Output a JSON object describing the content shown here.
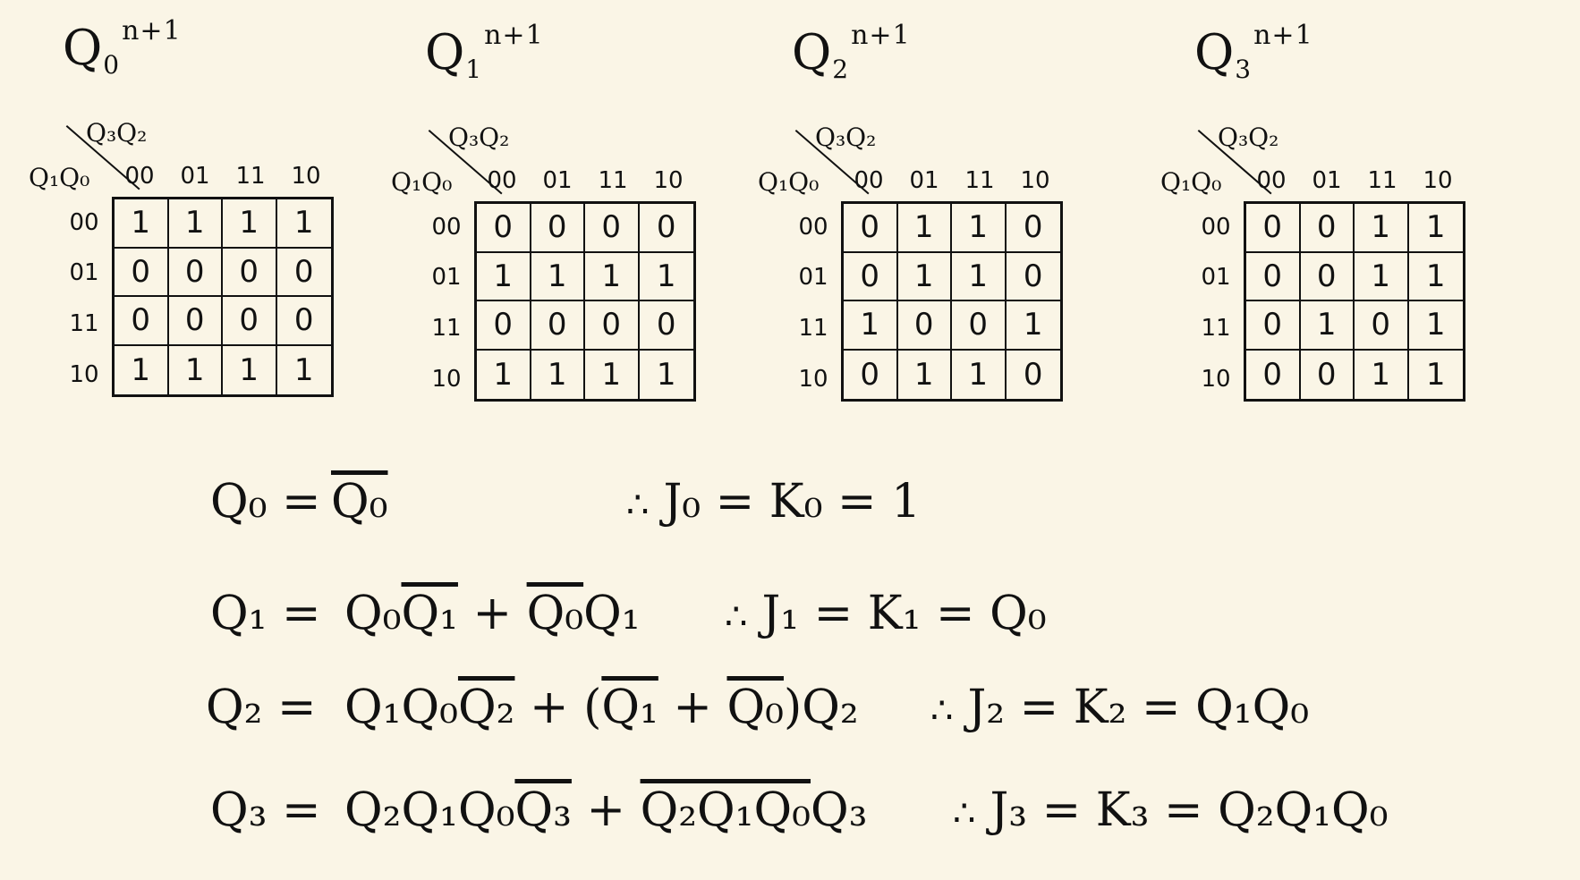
{
  "kmaps": [
    {
      "title": "Q",
      "title_sub": "0",
      "title_sup": "n+1",
      "col_var": "Q₃Q₂",
      "row_var": "Q₁Q₀",
      "col_heads": [
        "00",
        "01",
        "11",
        "10"
      ],
      "row_heads": [
        "00",
        "01",
        "11",
        "10"
      ],
      "cells": [
        [
          "1",
          "1",
          "1",
          "1"
        ],
        [
          "0",
          "0",
          "0",
          "0"
        ],
        [
          "0",
          "0",
          "0",
          "0"
        ],
        [
          "1",
          "1",
          "1",
          "1"
        ]
      ]
    },
    {
      "title": "Q",
      "title_sub": "1",
      "title_sup": "n+1",
      "col_var": "Q₃Q₂",
      "row_var": "Q₁Q₀",
      "col_heads": [
        "00",
        "01",
        "11",
        "10"
      ],
      "row_heads": [
        "00",
        "01",
        "11",
        "10"
      ],
      "cells": [
        [
          "0",
          "0",
          "0",
          "0"
        ],
        [
          "1",
          "1",
          "1",
          "1"
        ],
        [
          "0",
          "0",
          "0",
          "0"
        ],
        [
          "1",
          "1",
          "1",
          "1"
        ]
      ]
    },
    {
      "title": "Q",
      "title_sub": "2",
      "title_sup": "n+1",
      "col_var": "Q₃Q₂",
      "row_var": "Q₁Q₀",
      "col_heads": [
        "00",
        "01",
        "11",
        "10"
      ],
      "row_heads": [
        "00",
        "01",
        "11",
        "10"
      ],
      "cells": [
        [
          "0",
          "1",
          "1",
          "0"
        ],
        [
          "0",
          "1",
          "1",
          "0"
        ],
        [
          "1",
          "0",
          "0",
          "1"
        ],
        [
          "0",
          "1",
          "1",
          "0"
        ]
      ]
    },
    {
      "title": "Q",
      "title_sub": "3",
      "title_sup": "n+1",
      "col_var": "Q₃Q₂",
      "row_var": "Q₁Q₀",
      "col_heads": [
        "00",
        "01",
        "11",
        "10"
      ],
      "row_heads": [
        "00",
        "01",
        "11",
        "10"
      ],
      "cells": [
        [
          "0",
          "0",
          "1",
          "1"
        ],
        [
          "0",
          "0",
          "1",
          "1"
        ],
        [
          "0",
          "1",
          "0",
          "1"
        ],
        [
          "0",
          "0",
          "1",
          "1"
        ]
      ]
    }
  ],
  "equations": [
    {
      "lhs": "Q₀ =",
      "rhs_html": "<span style=\"text-decoration:overline\">Q₀</span>"
    },
    {
      "lhs": "Q₁ =",
      "rhs_html": "Q₀<span style=\"text-decoration:overline\">Q₁</span> + <span style=\"text-decoration:overline\">Q₀</span>Q₁"
    },
    {
      "lhs": "Q₂ =",
      "rhs_html": "Q₁Q₀<span style=\"text-decoration:overline\">Q₂</span> + (<span style=\"text-decoration:overline\">Q₁</span> + <span style=\"text-decoration:overline\">Q₀</span>)Q₂"
    },
    {
      "lhs": "Q₃ =",
      "rhs_html": "Q₂Q₁Q₀<span style=\"text-decoration:overline\">Q₃</span> + <span style=\"text-decoration:overline\">Q₂Q₁Q₀</span>Q₃"
    }
  ],
  "conclusions": [
    {
      "symbol": "∴",
      "text": "J₀ = K₀ = 1"
    },
    {
      "symbol": "∴",
      "text": "J₁ = K₁ = Q₀"
    },
    {
      "symbol": "∴",
      "text": "J₂ = K₂ = Q₁Q₀"
    },
    {
      "symbol": "∴",
      "text": "J₃ = K₃ = Q₂Q₁Q₀"
    }
  ]
}
